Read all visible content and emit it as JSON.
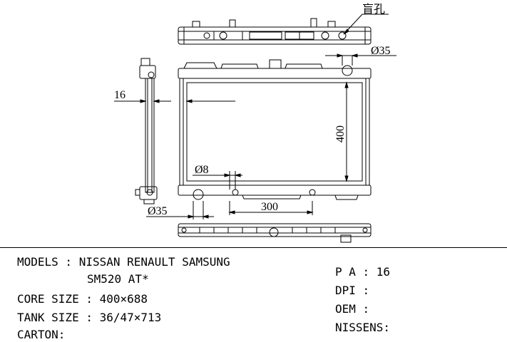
{
  "drawing": {
    "callout_label": "盲孔",
    "dim_top_right": "Ø35",
    "dim_side_thickness": "16",
    "dim_core_height": "400",
    "dim_pipe_small": "Ø8",
    "dim_bottom_left": "Ø35",
    "dim_bottom_span": "300"
  },
  "specs": {
    "models_line1": "MODELS : NISSAN RENAULT SAMSUNG",
    "models_line2": "SM520 AT*",
    "core_size": "CORE SIZE : 400×688",
    "tank_size": "TANK SIZE : 36/47×713",
    "carton": "CARTON:",
    "pa": "P A : 16",
    "dpi": "DPI :",
    "oem": "OEM :",
    "nissens": "NISSENS:"
  }
}
